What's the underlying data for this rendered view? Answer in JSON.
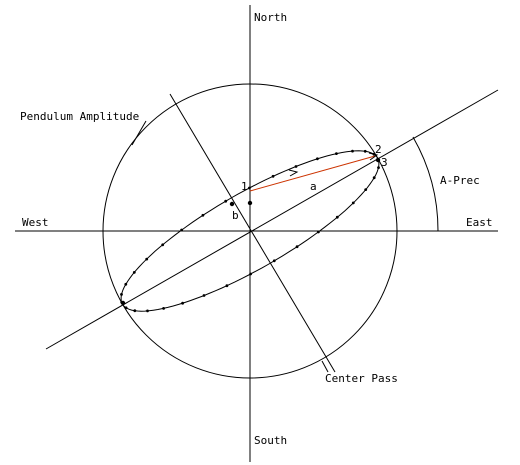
{
  "labels": {
    "north": "North",
    "south": "South",
    "east": "East",
    "west": "West",
    "pendulum_amplitude": "Pendulum Amplitude",
    "center_pass": "Center Pass",
    "a_prec": "A-Prec",
    "point_1": "1",
    "point_2": "2",
    "point_3": "3",
    "semi_major": "a",
    "semi_minor": "b"
  },
  "colors": {
    "ink": "#000000",
    "accent_segment": "#cc3300",
    "background": "#ffffff"
  }
}
